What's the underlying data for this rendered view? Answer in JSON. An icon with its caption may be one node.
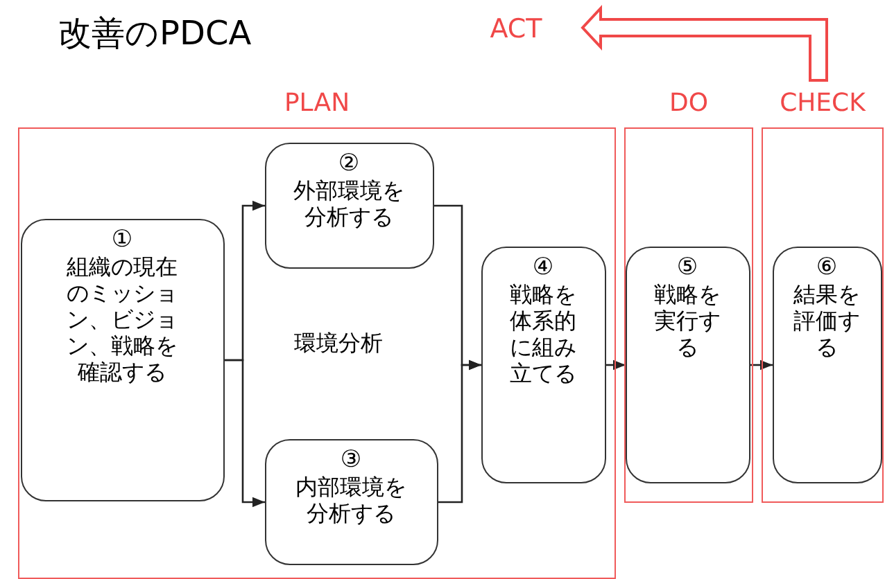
{
  "diagram": {
    "title": "改善のPDCA",
    "nodes": [
      {
        "text": [
          "ACT"
        ]
      },
      {
        "text": [
          "PLAN"
        ]
      },
      {
        "text": [
          "①",
          "組織の現在のミッション、ビジョン、戦略を確認する"
        ],
        "in": 1
      },
      {
        "text": [
          "②",
          "外部環境を分析する"
        ],
        "in": 1
      },
      {
        "text": [
          "③",
          "内部環境を分析する"
        ],
        "in": 1
      },
      {
        "text": [
          "④",
          "戦略を体系的に組み立てる"
        ],
        "in": 1
      },
      {
        "text": [
          "DO"
        ]
      },
      {
        "text": [
          "⑤",
          "戦略を実行する"
        ],
        "in": 6
      },
      {
        "text": [
          "CHECK"
        ]
      },
      {
        "text": [
          "⑥",
          "結果を評価する"
        ],
        "in": 8
      }
    ],
    "edges": [
      {
        "from": 2,
        "to": 3,
        "arrow": "to"
      },
      {
        "from": 2,
        "to": 4,
        "arrow": "to"
      },
      {
        "from": 3,
        "to": 5,
        "arrow": "to"
      },
      {
        "from": 4,
        "to": 5,
        "arrow": "to"
      },
      {
        "from": 5,
        "to": 7,
        "arrow": "to"
      },
      {
        "from": 7,
        "to": 9,
        "arrow": "to"
      },
      {
        "from": 8,
        "to": 0,
        "arrow": "to",
        "style": "thick",
        "color": "#f04848"
      }
    ],
    "labels": [
      "環境分析"
    ]
  }
}
